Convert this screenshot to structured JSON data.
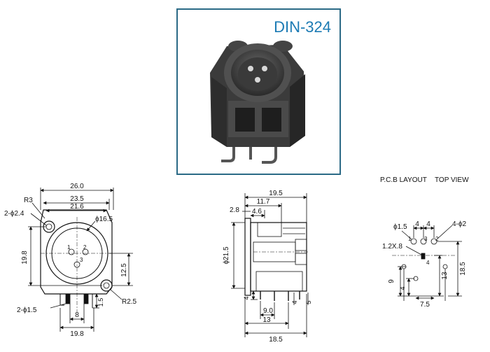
{
  "model": "DIN-324",
  "pcb_heading": {
    "left": "P.C.B LAYOUT",
    "right": "TOP VIEW"
  },
  "front_view": {
    "width_overall": "26.0",
    "width_holes": "23.5",
    "width_body": "21.6",
    "corner_radius_top": "R3",
    "mount_holes": "2-ϕ2.4",
    "shell_diameter": "ϕ16.5",
    "height_left": "19.8",
    "height_right": "12.5",
    "corner_radius_bottom": "R2.5",
    "pin_holes": "2-ϕ1.5",
    "tab_height": "1.5",
    "pin_spacing": "8",
    "base_width": "19.8",
    "pin_labels": [
      "1",
      "2",
      "3"
    ]
  },
  "side_view": {
    "depth_total": "19.5",
    "depth_inner": "11.7",
    "flange": "2.8",
    "step": "4.6",
    "body_diameter": "ϕ21.5",
    "bottom_offset": "4",
    "pin_spacing_a": "9.0",
    "pin_spacing_b": "13",
    "base_total": "18.5",
    "pin_len_a": "4",
    "pin_len_b": "5"
  },
  "pcb_layout": {
    "hole_dia": "ϕ1.5",
    "pitch_a": "4",
    "pitch_b": "4",
    "mount_holes": "4-ϕ2",
    "slot": "1.2X.8",
    "offset_y": "9",
    "offset_small": "4",
    "offset_x": "7.5",
    "height_13": "13",
    "height_185": "18.5",
    "pin_labels": [
      "1",
      "3",
      "2",
      "4"
    ]
  }
}
